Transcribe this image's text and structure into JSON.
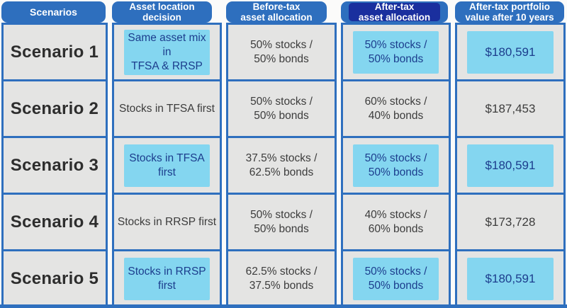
{
  "colors": {
    "tab_blue": "#2e6fbe",
    "active_header_navy": "#1a2f9e",
    "highlight_cyan": "#84d6f0",
    "highlight_text_navy": "#1c3d8d",
    "cell_background_gray": "#e4e4e3",
    "border_blue": "#2e6fbe",
    "cell_text_gray": "#3c3c3c"
  },
  "chart_data": {
    "type": "table",
    "title": "Asset location scenarios comparison",
    "headers": [
      {
        "label": "Scenarios"
      },
      {
        "label": "Asset location\ndecision"
      },
      {
        "label": "Before-tax\nasset allocation"
      },
      {
        "label": "After-tax\nasset allocation"
      },
      {
        "label": "After-tax portfolio\nvalue after 10 years"
      }
    ],
    "rows": [
      {
        "scenario": "Scenario 1",
        "decision": "Same asset mix in\nTFSA & RRSP",
        "before_tax": "50% stocks /\n50% bonds",
        "after_tax": "50% stocks /\n50% bonds",
        "value": "$180,591",
        "highlighted": [
          "decision",
          "after_tax",
          "value"
        ]
      },
      {
        "scenario": "Scenario 2",
        "decision": "Stocks in TFSA first",
        "before_tax": "50% stocks /\n50% bonds",
        "after_tax": "60% stocks /\n40% bonds",
        "value": "$187,453",
        "highlighted": []
      },
      {
        "scenario": "Scenario 3",
        "decision": "Stocks in TFSA first",
        "before_tax": "37.5% stocks /\n62.5% bonds",
        "after_tax": "50% stocks /\n50% bonds",
        "value": "$180,591",
        "highlighted": [
          "decision",
          "after_tax",
          "value"
        ]
      },
      {
        "scenario": "Scenario 4",
        "decision": "Stocks in RRSP first",
        "before_tax": "50% stocks /\n50% bonds",
        "after_tax": "40% stocks /\n60% bonds",
        "value": "$173,728",
        "highlighted": []
      },
      {
        "scenario": "Scenario 5",
        "decision": "Stocks in RRSP first",
        "before_tax": "62.5% stocks /\n37.5% bonds",
        "after_tax": "50% stocks /\n50% bonds",
        "value": "$180,591",
        "highlighted": [
          "decision",
          "after_tax",
          "value"
        ]
      }
    ]
  }
}
